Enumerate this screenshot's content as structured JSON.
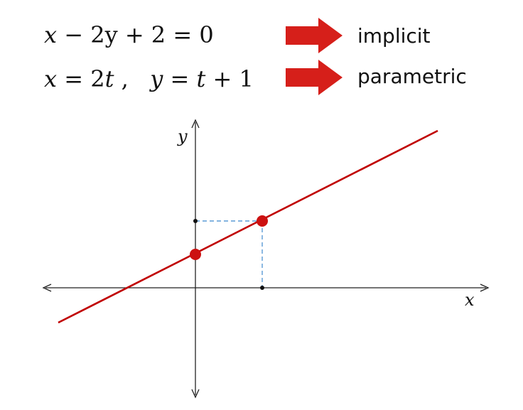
{
  "equations": {
    "implicit": {
      "lhs_x": "x",
      "rest": " − 2y + 2 = 0",
      "label": "implicit"
    },
    "parametric": {
      "x_var": "x",
      "x_rhs_num": " = 2",
      "t1": "t",
      "comma": " ,   ",
      "y_var": "y",
      "eq2": " = ",
      "t2": "t",
      "y_rhs_rest": " + 1",
      "label": "parametric"
    }
  },
  "graph": {
    "x_axis_label": "x",
    "y_axis_label": "y",
    "line_color": "#c00000",
    "guide_color": "#5b9bd5",
    "axis_color": "#222222"
  },
  "colors": {
    "arrow": "#d61f1a",
    "point": "#cc1111"
  }
}
